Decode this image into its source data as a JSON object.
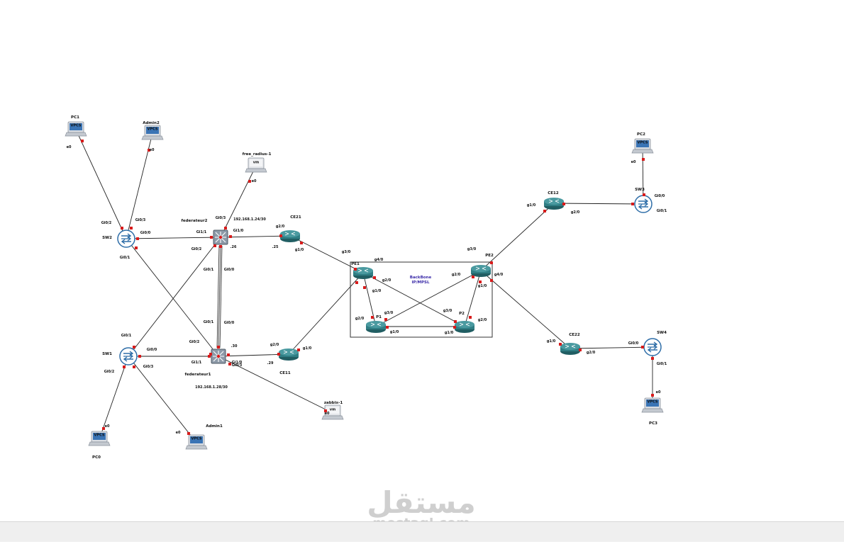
{
  "backbone": {
    "line1": "BackBone",
    "line2": "IP/MPSL"
  },
  "subnets": {
    "federateur2": "192.168.1.24/30",
    "federateur1": "192.168.1.28/30"
  },
  "watermark": {
    "arabic": "مستقل",
    "latin": "mostaql.com"
  },
  "icons": {
    "vpcs": "VPCS",
    "vm": "vm"
  },
  "nodes": {
    "pc1": "PC1",
    "admin2": "Admin2",
    "free_radius": "free_radius-1",
    "sw2": "SW2",
    "federateur2": "federateur2",
    "ce21": "CE21",
    "sw1": "SW1",
    "federateur1": "federateur1",
    "ce11": "CE11",
    "pc0": "PC0",
    "admin1": "Admin1",
    "zabbix": "zabbix-1",
    "pe1": "PE1",
    "p1": "P1",
    "p2": "P2",
    "pe2": "PE2",
    "ce12": "CE12",
    "sw3": "SW3",
    "pc2": "PC2",
    "ce22": "CE22",
    "sw4": "SW4",
    "pc3": "PC3"
  },
  "ports": {
    "pc1_e0": "e0",
    "admin2_e0": "e0",
    "radius_e0": "e0",
    "sw2_g002": "Gi0/2",
    "sw2_g003": "Gi0/3",
    "sw2_g000": "Gi0/0",
    "sw2_g001": "Gi0/1",
    "fed2_g03": "Gi0/3",
    "fed2_g11": "Gi1/1",
    "fed2_g10": "Gi1/0",
    "fed2_g02": "Gi0/2",
    "fed2_g01": "Gi0/1",
    "fed2_g00": "Gi0/0",
    "fed2_ip": ".26",
    "ce21_g20": "g2/0",
    "ce21_g10": "g1/0",
    "ce21_ip": ".25",
    "sw1_g001": "Gi0/1",
    "sw1_g000": "Gi0/0",
    "sw1_g002": "Gi0/2",
    "sw1_g003": "Gi0/3",
    "fed1_g01": "Gi0/1",
    "fed1_g00": "Gi0/0",
    "fed1_g02": "Gi0/2",
    "fed1_g11": "Gi1/1",
    "fed1_g10": "Gi1/0",
    "fed1_g03": "Gi0/3",
    "fed1_ip": ".30",
    "ce11_g20": "g2/0",
    "ce11_g10": "g1/0",
    "ce11_ip": ".29",
    "pc0_e0": "e0",
    "admin1_e0": "e0",
    "zabbix_e0": "e0",
    "pe1_g30": "g3/0",
    "pe1_g40": "g4/0",
    "pe1_g20": "g2/0",
    "pe1_g10": "g1/0",
    "p1_g20": "g2/0",
    "p1_g30": "g3/0",
    "p1_g10": "g1/0",
    "p2_g30": "g3/0",
    "p2_g20": "g2/0",
    "p2_g10": "g1/0",
    "pe2_g30": "g3/0",
    "pe2_g20": "g2/0",
    "pe2_g40": "g4/0",
    "pe2_g10": "g1/0",
    "ce12_g10": "g1/0",
    "ce12_g20": "g2/0",
    "sw3_g000": "Gi0/0",
    "sw3_g001": "Gi0/1",
    "pc2_e0": "e0",
    "ce22_g10": "g1/0",
    "ce22_g20": "g2/0",
    "sw4_g000": "Gi0/0",
    "sw4_g001": "Gi0/1",
    "pc3_e0": "e0"
  },
  "colors": {
    "link": "#222222",
    "port": "#d81b1b",
    "router": "#2f7d83",
    "switch": "#2f6ea8",
    "vpcs": "#3a74b5",
    "box": "#333333",
    "backbone": "#3a2aa8"
  }
}
